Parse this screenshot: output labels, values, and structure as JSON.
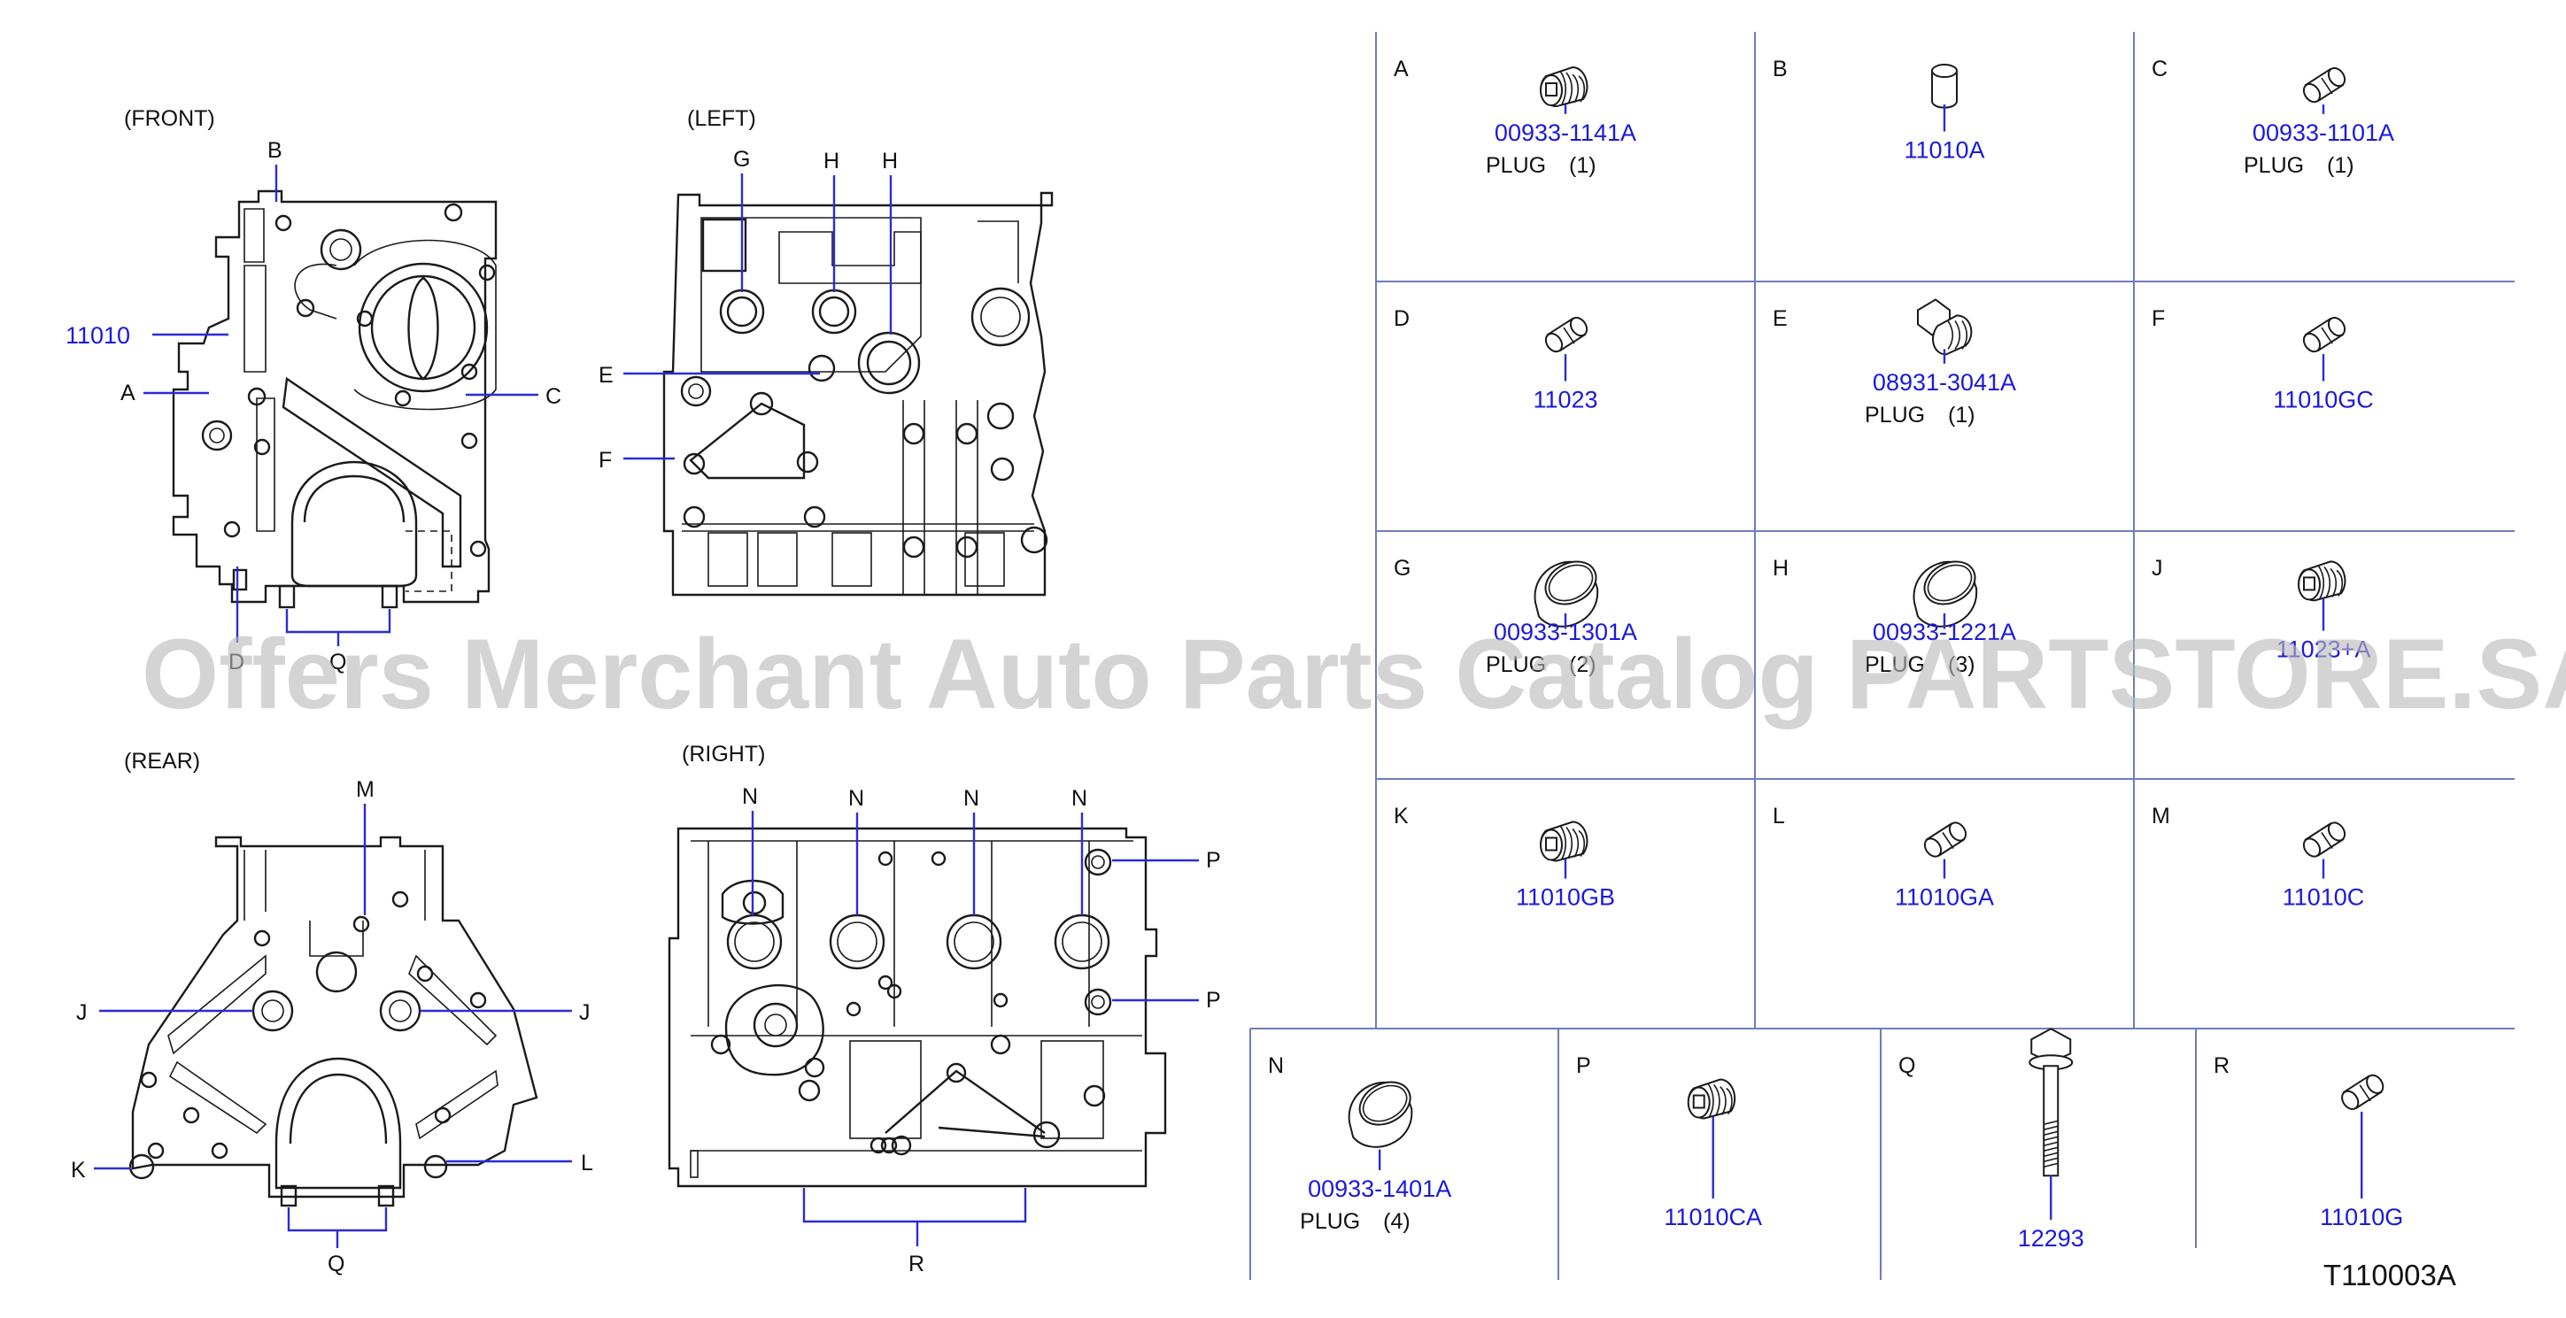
{
  "views": {
    "front": "(FRONT)",
    "left": "(LEFT)",
    "rear": "(REAR)",
    "right": "(RIGHT)"
  },
  "callouts": {
    "front": {
      "b": "B",
      "block_part": "11010",
      "a": "A",
      "c": "C",
      "d": "D",
      "q": "Q"
    },
    "left": {
      "g": "G",
      "h1": "H",
      "h2": "H",
      "e": "E",
      "f": "F"
    },
    "rear": {
      "m": "M",
      "j1": "J",
      "j2": "J",
      "k": "K",
      "l": "L",
      "q": "Q"
    },
    "right": {
      "n1": "N",
      "n2": "N",
      "n3": "N",
      "n4": "N",
      "p1": "P",
      "p2": "P",
      "r": "R"
    }
  },
  "parts": [
    {
      "letter": "A",
      "part_no": "00933-1141A",
      "desc": "PLUG",
      "qty": "(1)",
      "icon": "threaded-plug-icon"
    },
    {
      "letter": "B",
      "part_no": "11010A",
      "desc": "",
      "qty": "",
      "icon": "dowel-pin-icon"
    },
    {
      "letter": "C",
      "part_no": "00933-1101A",
      "desc": "PLUG",
      "qty": "(1)",
      "icon": "plug-icon"
    },
    {
      "letter": "D",
      "part_no": "11023",
      "desc": "",
      "qty": "",
      "icon": "plug-icon"
    },
    {
      "letter": "E",
      "part_no": "08931-3041A",
      "desc": "PLUG",
      "qty": "(1)",
      "icon": "hex-plug-icon"
    },
    {
      "letter": "F",
      "part_no": "11010GC",
      "desc": "",
      "qty": "",
      "icon": "plug-icon"
    },
    {
      "letter": "G",
      "part_no": "00933-1301A",
      "desc": "PLUG",
      "qty": "(2)",
      "icon": "cup-plug-icon"
    },
    {
      "letter": "H",
      "part_no": "00933-1221A",
      "desc": "PLUG",
      "qty": "(3)",
      "icon": "cup-plug-icon"
    },
    {
      "letter": "J",
      "part_no": "11023+A",
      "desc": "",
      "qty": "",
      "icon": "threaded-plug-icon"
    },
    {
      "letter": "K",
      "part_no": "11010GB",
      "desc": "",
      "qty": "",
      "icon": "threaded-plug-icon"
    },
    {
      "letter": "L",
      "part_no": "11010GA",
      "desc": "",
      "qty": "",
      "icon": "plug-icon"
    },
    {
      "letter": "M",
      "part_no": "11010C",
      "desc": "",
      "qty": "",
      "icon": "plug-icon"
    },
    {
      "letter": "N",
      "part_no": "00933-1401A",
      "desc": "PLUG",
      "qty": "(4)",
      "icon": "cup-plug-icon"
    },
    {
      "letter": "P",
      "part_no": "11010CA",
      "desc": "",
      "qty": "",
      "icon": "threaded-plug-icon"
    },
    {
      "letter": "Q",
      "part_no": "12293",
      "desc": "",
      "qty": "",
      "icon": "bolt-icon"
    },
    {
      "letter": "R",
      "part_no": "11010G",
      "desc": "",
      "qty": "",
      "icon": "plug-icon"
    }
  ],
  "diagram_code": "T110003A",
  "watermark": "Offers Merchant Auto Parts Catalog PARTSTORE.SA",
  "colors": {
    "part_number": "#1a1adb",
    "grid": "#6d7db8",
    "line": "#1a1a1a",
    "watermark": "#b9b9b9"
  }
}
